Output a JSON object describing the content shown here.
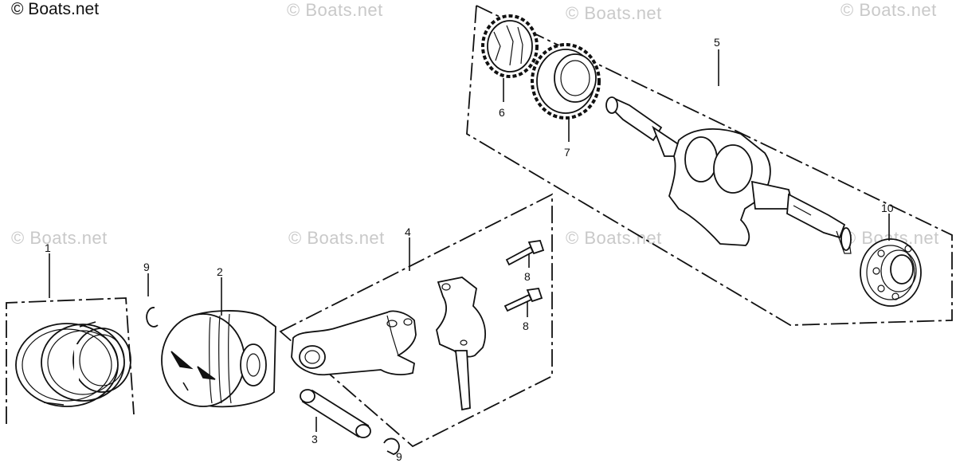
{
  "copyright": "© Boats.net",
  "watermark": "© Boats.net",
  "callouts": {
    "ring_set": "1",
    "piston": "2",
    "piston_pin": "3",
    "connecting_rod": "4",
    "crankshaft": "5",
    "gear_6": "6",
    "gear_7": "7",
    "bolt_upper": "8",
    "bolt_lower": "8",
    "clip_upper": "9",
    "clip_lower": "9",
    "bearing": "10"
  }
}
